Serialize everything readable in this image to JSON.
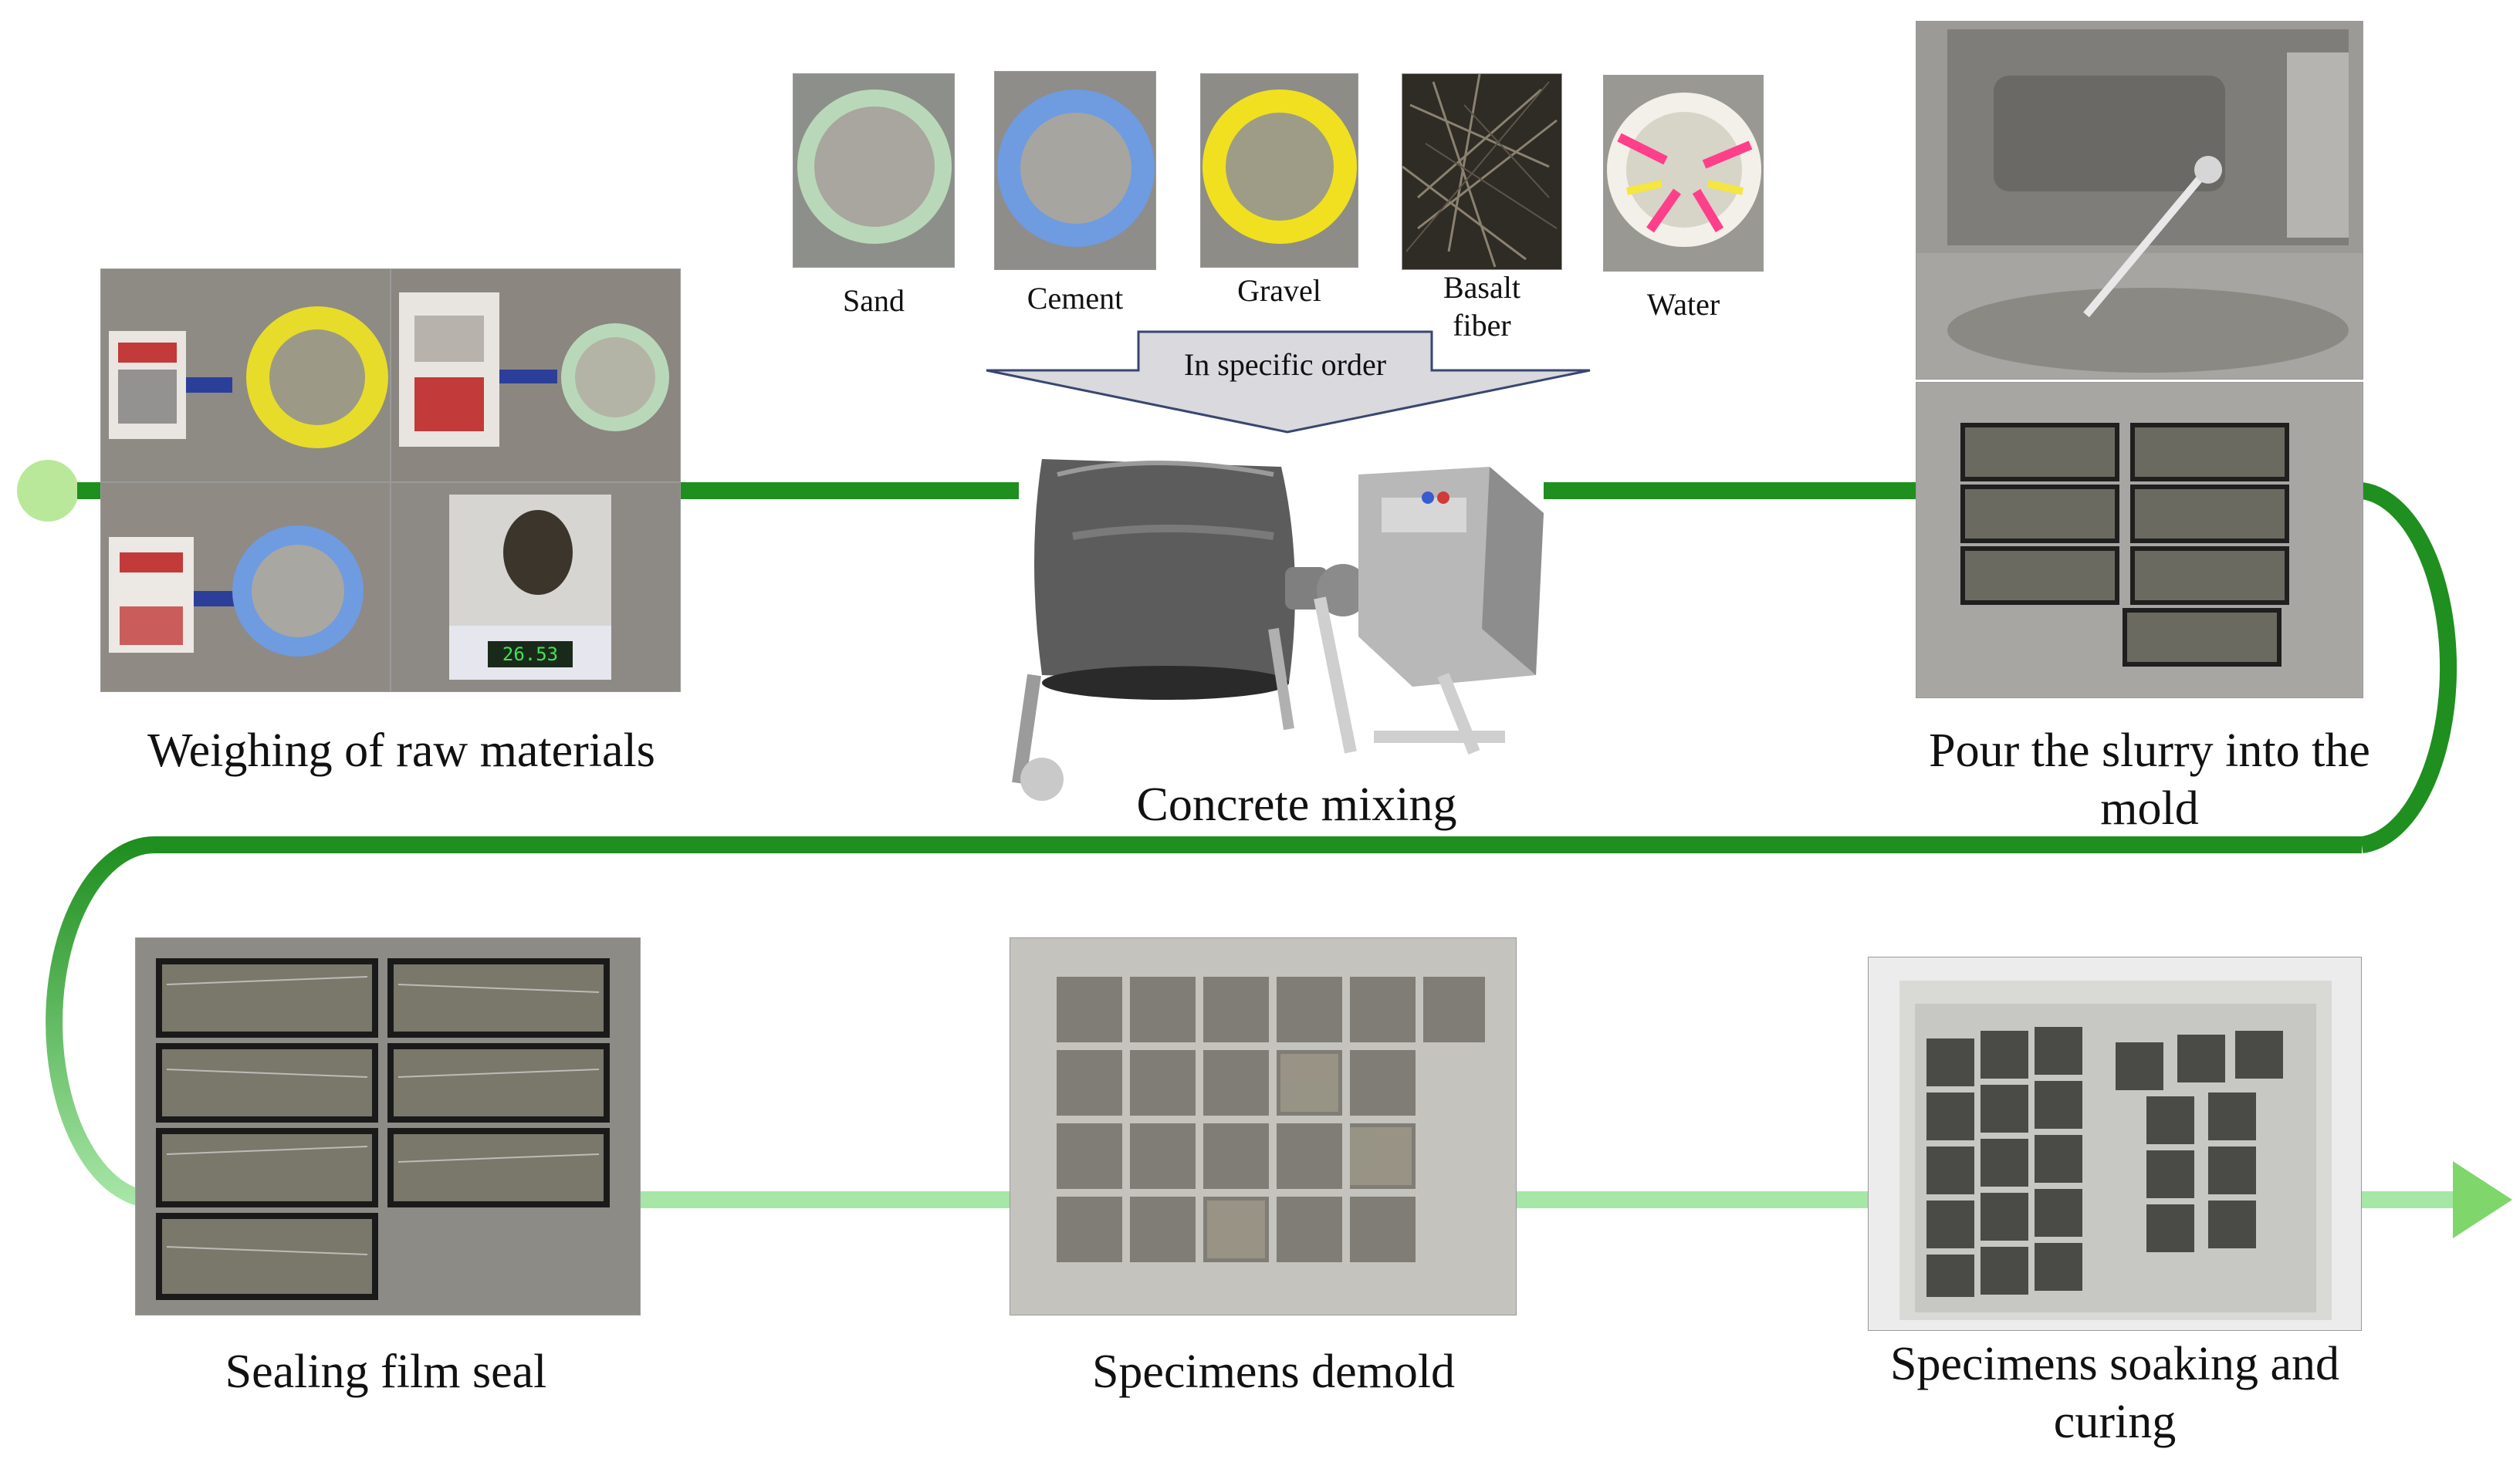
{
  "steps": {
    "weighing": "Weighing of raw materials",
    "mixing": "Concrete mixing",
    "pour_line1": "Pour the slurry into the",
    "pour_line2": "mold",
    "sealing": "Sealing film seal",
    "demold": "Specimens demold",
    "soak_line1": "Specimens soaking and",
    "soak_line2": "curing"
  },
  "materials": {
    "sand": "Sand",
    "cement": "Cement",
    "gravel": "Gravel",
    "basalt_line1": "Basalt",
    "basalt_line2": "fiber",
    "water": "Water"
  },
  "order_label": "In specific order",
  "scale_display": "26.53",
  "colors": {
    "flow_dark": "#1f8f1f",
    "flow_light": "#a6e6a6",
    "start_dot": "#b9e89a",
    "sand_bowl": "#b9d8b9",
    "cement_bowl": "#6f9be0",
    "gravel_bowl": "#f0e020",
    "water_bowl": "#f2f0e8"
  }
}
